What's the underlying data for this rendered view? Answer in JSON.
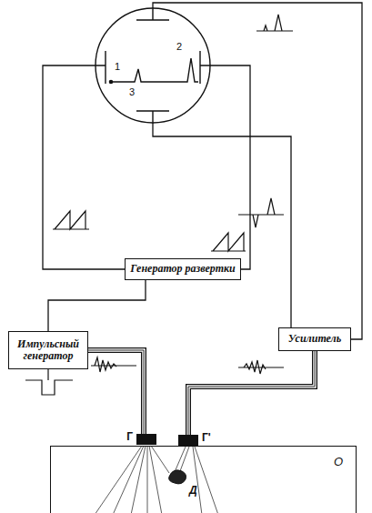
{
  "diagram": {
    "nodes": [
      {
        "text": [
          "1",
          "3",
          "2"
        ]
      },
      {
        "text": [
          "Генератор развертки"
        ]
      },
      {
        "text": [
          "Импульсный генератор"
        ]
      },
      {
        "text": [
          "Усилитель"
        ]
      },
      {
        "text": [
          "Г"
        ]
      },
      {
        "text": [
          "Г'"
        ]
      },
      {
        "text": [
          "О"
        ]
      }
    ],
    "edges": [
      {
        "from": 1,
        "to": 0,
        "arrow": "none"
      },
      {
        "from": 1,
        "to": 0,
        "arrow": "none"
      },
      {
        "from": 2,
        "to": 1,
        "arrow": "none"
      },
      {
        "from": 2,
        "to": 4,
        "arrow": "none"
      },
      {
        "from": 5,
        "to": 3,
        "arrow": "none"
      },
      {
        "from": 3,
        "to": 0,
        "arrow": "none"
      },
      {
        "from": 3,
        "to": 0,
        "arrow": "none"
      }
    ],
    "labels": [
      "Д"
    ]
  }
}
